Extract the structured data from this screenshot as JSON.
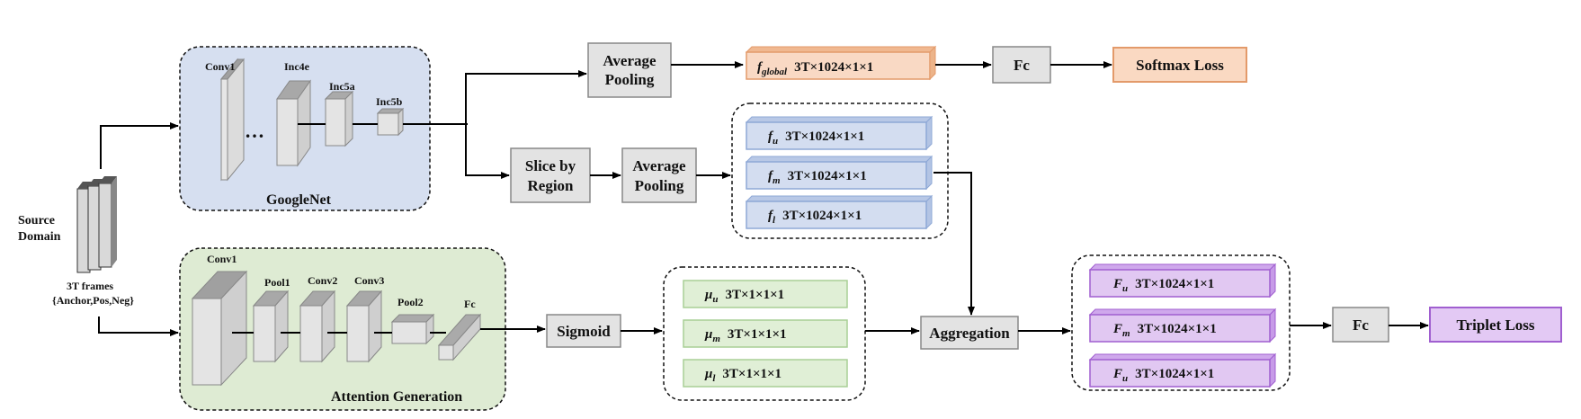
{
  "source": {
    "label_line1": "Source",
    "label_line2": "Domain",
    "frames_line1": "3T frames",
    "frames_line2": "{Anchor,Pos,Neg}"
  },
  "googlenet": {
    "title": "GoogleNet",
    "layers": [
      "Conv1",
      "Inc4e",
      "Inc5a",
      "Inc5b"
    ],
    "ellipsis": "…"
  },
  "attention": {
    "title": "Attention Generation",
    "layers": [
      "Conv1",
      "Pool1",
      "Conv2",
      "Conv3",
      "Pool2",
      "Fc"
    ]
  },
  "ops": {
    "avg_pool_top_line1": "Average",
    "avg_pool_top_line2": "Pooling",
    "slice_line1": "Slice by",
    "slice_line2": "Region",
    "avg_pool_mid_line1": "Average",
    "avg_pool_mid_line2": "Pooling",
    "sigmoid": "Sigmoid",
    "aggregation": "Aggregation",
    "fc_top": "Fc",
    "fc_bottom": "Fc",
    "softmax_loss": "Softmax Loss",
    "triplet_loss": "Triplet Loss"
  },
  "features": {
    "global": {
      "sym": "f",
      "sub": "global",
      "dim": "3T×1024×1×1"
    },
    "local": [
      {
        "sym": "f",
        "sub": "u",
        "dim": "3T×1024×1×1"
      },
      {
        "sym": "f",
        "sub": "m",
        "dim": "3T×1024×1×1"
      },
      {
        "sym": "f",
        "sub": "l",
        "dim": "3T×1024×1×1"
      }
    ],
    "attention": [
      {
        "sym": "μ",
        "sub": "u",
        "dim": "3T×1×1×1"
      },
      {
        "sym": "μ",
        "sub": "m",
        "dim": "3T×1×1×1"
      },
      {
        "sym": "μ",
        "sub": "l",
        "dim": "3T×1×1×1"
      }
    ],
    "aggregated": [
      {
        "sym": "F",
        "sub": "u",
        "dim": "3T×1024×1×1"
      },
      {
        "sym": "F",
        "sub": "m",
        "dim": "3T×1024×1×1"
      },
      {
        "sym": "F",
        "sub": "u",
        "dim": "3T×1024×1×1"
      }
    ]
  },
  "colors": {
    "googlenet_bg": "#d6dff0",
    "attention_bg": "#deebd3",
    "op_box": "#e3e3e3",
    "global_feat": "#f9d9c4",
    "global_border": "#e39a6a",
    "local_feat": "#d3ddf0",
    "local_border": "#8ea8d6",
    "att_feat": "#e0efd6",
    "att_border": "#a9cf95",
    "agg_feat": "#e1c8f2",
    "agg_border": "#a05fd0",
    "softmax_bg": "#fad9c2",
    "triplet_bg": "#e3c9f4"
  }
}
